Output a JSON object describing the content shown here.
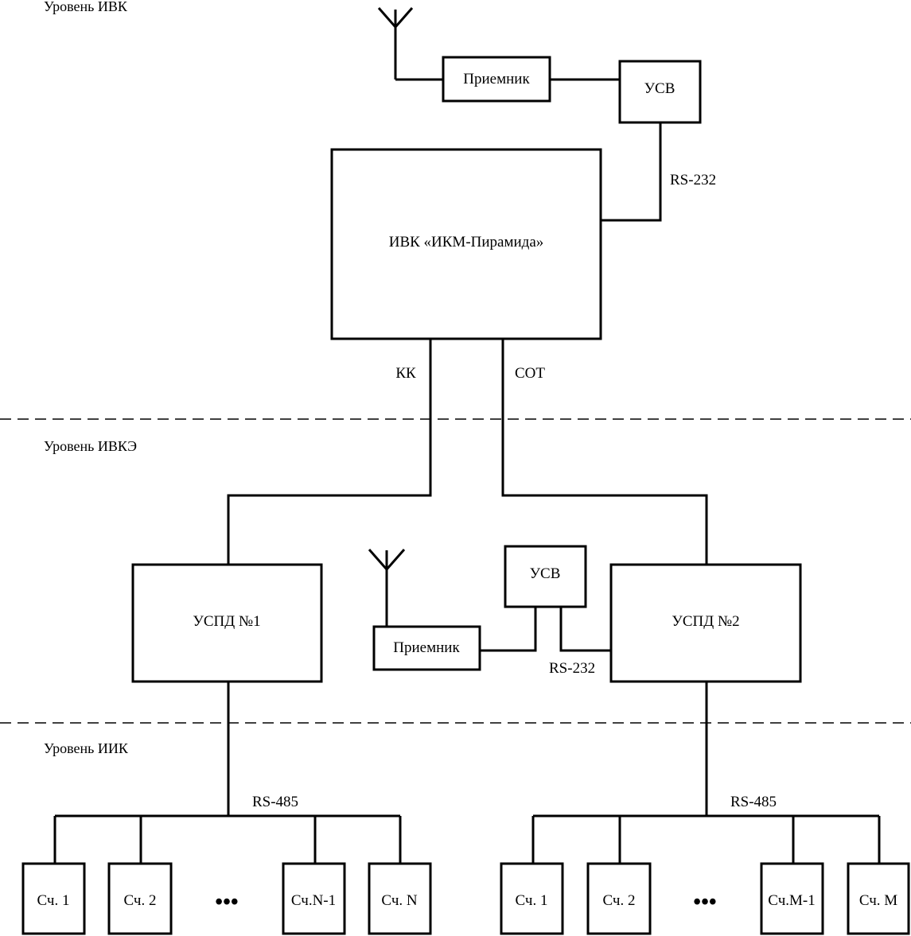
{
  "levels": {
    "ivk": "Уровень ИВК",
    "ivke": "Уровень ИВКЭ",
    "iik": "Уровень ИИК"
  },
  "top": {
    "receiver": "Приемник",
    "usv": "УСВ",
    "rs232": "RS-232",
    "ivk": "ИВК «ИКМ-Пирамида»",
    "kk": "КК",
    "sot": "СОТ"
  },
  "middle": {
    "uspd1": "УСПД №1",
    "uspd2": "УСПД №2",
    "usv": "УСВ",
    "receiver": "Приемник",
    "rs232": "RS-232"
  },
  "bottom": {
    "left_bus": "RS-485",
    "right_bus": "RS-485",
    "ellipsis": "•••",
    "left_meters": [
      "Сч. 1",
      "Сч. 2",
      "Сч.N-1",
      "Сч. N"
    ],
    "right_meters": [
      "Сч. 1",
      "Сч. 2",
      "Сч.M-1",
      "Сч. M"
    ]
  }
}
